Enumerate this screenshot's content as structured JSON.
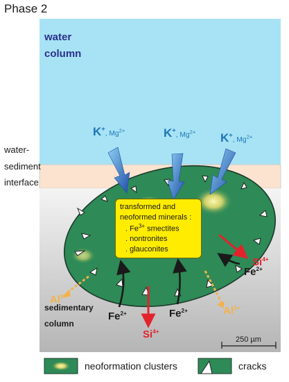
{
  "title": "Phase 2",
  "labels": {
    "water_column_line1": "water",
    "water_column_line2": "column",
    "interface_line1": "water-",
    "interface_line2": "sediment",
    "interface_line3": "interface",
    "sedimentary_line1": "sedimentary",
    "sedimentary_line2": "column"
  },
  "ions": {
    "k_main": "K",
    "k_sup": "+",
    "mg_text": ", Mg",
    "mg_sup": "2+",
    "fe_main": "Fe",
    "fe_sup": "2+",
    "si_main": "Si",
    "si_sup": "4+",
    "al_main": "Al",
    "al_sup": "3+"
  },
  "box": {
    "line1": "transformed and",
    "line2": "neoformed minerals :",
    "item1_prefix": ". Fe",
    "item1_sup": "3+",
    "item1_suffix": " smectites",
    "item2": ". nontronites",
    "item3": ". glauconites"
  },
  "scale_bar": {
    "label": "250 µm"
  },
  "legend": {
    "clusters_label": "neoformation clusters",
    "cracks_label": "cracks"
  },
  "colors": {
    "water": "#a7e3f5",
    "interface": "#fbe3cf",
    "sediment_top": "#f3f3f3",
    "sediment_bottom": "#b9b9b9",
    "grain": "#2e8a57",
    "grain_edge": "#1c3a2c",
    "box": "#ffec00",
    "k_ion": "#1f74b6",
    "fe_arrow": "#1a1a1a",
    "si_arrow": "#e3232c",
    "al_arrow": "#f2b24a"
  }
}
